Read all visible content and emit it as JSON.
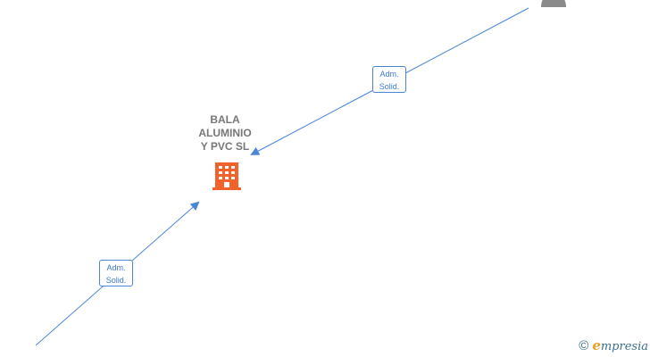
{
  "company": {
    "name_lines": [
      "BALA",
      "ALUMINIO",
      "Y PVC  SL"
    ],
    "icon": "building-icon",
    "icon_color": "#f4622b"
  },
  "relations": [
    {
      "label_line1": "Adm.",
      "label_line2": "Solid.",
      "direction": "incoming-from-top-right"
    },
    {
      "label_line1": "Adm.",
      "label_line2": "Solid.",
      "direction": "incoming-from-bottom-left"
    }
  ],
  "connected_node": {
    "icon": "person-icon",
    "color": "#8a8a8a"
  },
  "edge_color": "#4a86d6",
  "brand": {
    "copyright_symbol": "©",
    "first_letter": "e",
    "rest": "mpresia"
  }
}
